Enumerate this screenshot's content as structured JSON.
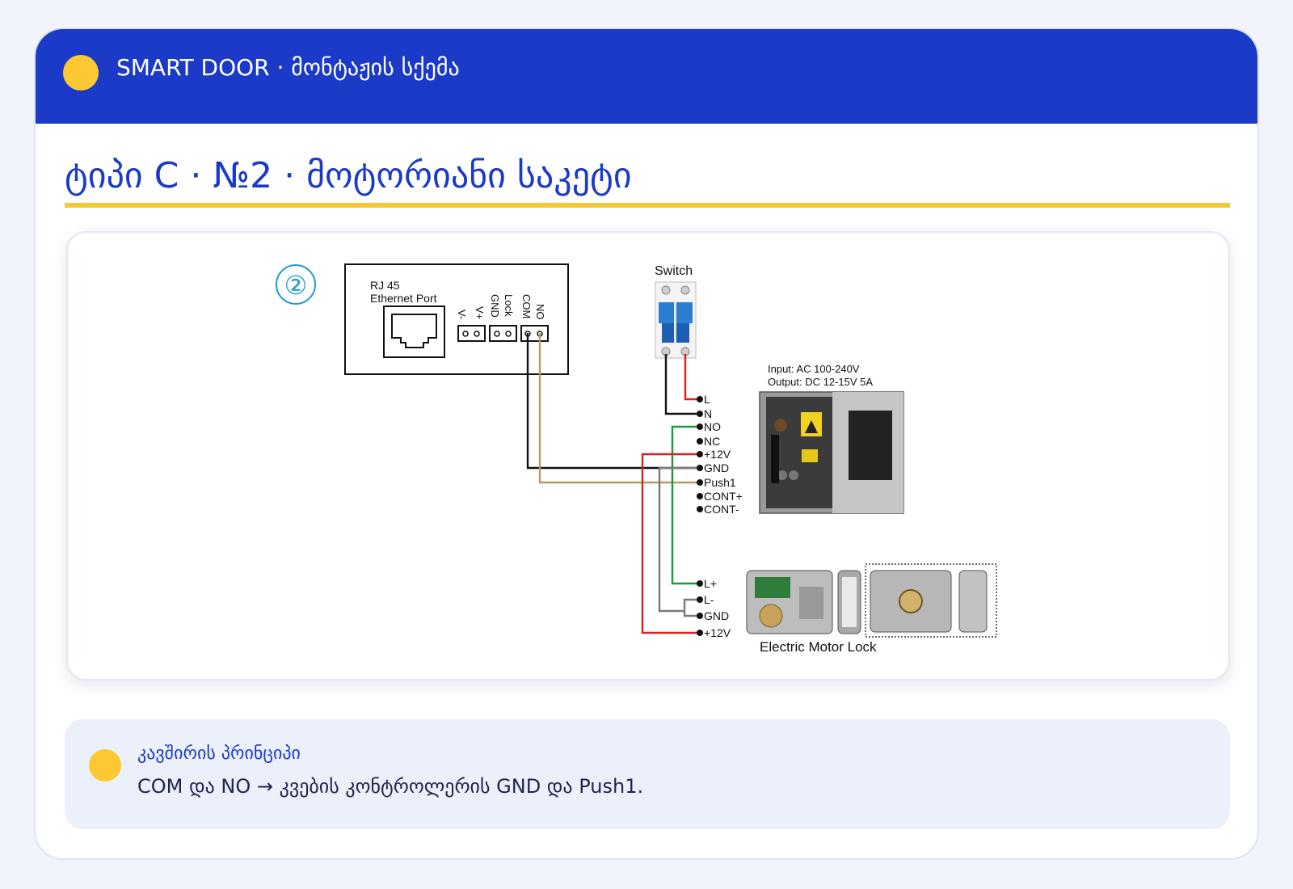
{
  "header": {
    "title": "SMART DOOR · მონტაჟის სქემა"
  },
  "page": {
    "title": "ტიპი C · №2 · მოტორიანი საკეტი"
  },
  "diagram": {
    "step_number": "②",
    "controller": {
      "port_label_line1": "RJ 45",
      "port_label_line2": "Ethernet Port",
      "terminals": [
        "V-",
        "V+",
        "GND",
        "Lock",
        "COM",
        "NO"
      ]
    },
    "switch_label": "Switch",
    "power_supply": {
      "input": "Input: AC 100-240V",
      "output": "Output: DC 12-15V 5A",
      "terminals": [
        "L",
        "N",
        "NO",
        "NC",
        "+12V",
        "GND",
        "Push1",
        "CONT+",
        "CONT-"
      ]
    },
    "lock": {
      "label": "Electric Motor Lock",
      "terminals": [
        "L+",
        "L-",
        "GND",
        "+12V"
      ]
    }
  },
  "note": {
    "title": "კავშირის პრინციპი",
    "text": "COM და NO → კვების კონტროლერის GND და Push1."
  },
  "colors": {
    "brand": "#1c3ac8",
    "accent": "#fcc934",
    "wire_red": "#d9201c",
    "wire_green": "#1f9a3a",
    "wire_brown": "#b89a6a",
    "wire_gray": "#7a7a7a"
  }
}
